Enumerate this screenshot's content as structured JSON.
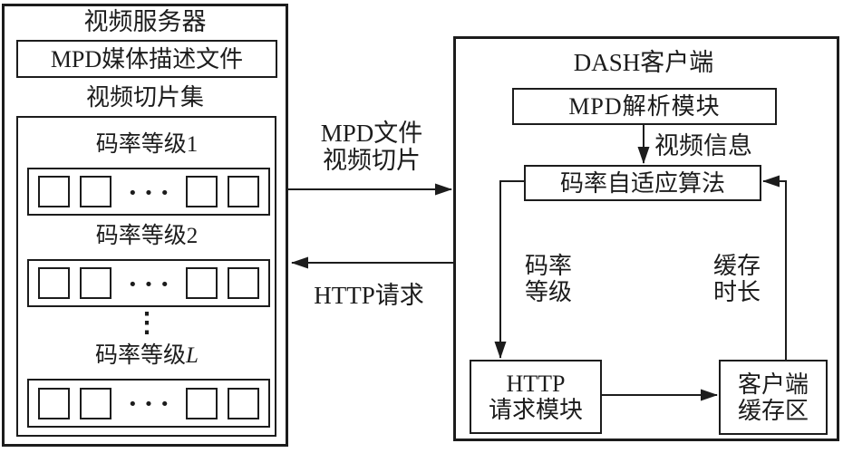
{
  "colors": {
    "ink": "#1c1c1c",
    "bg": "#ffffff"
  },
  "server": {
    "title": "视频服务器",
    "mpd_file": "MPD媒体描述文件",
    "slice_set_title": "视频切片集",
    "rows": [
      {
        "title": "码率等级",
        "index": "1"
      },
      {
        "title": "码率等级",
        "index": "2"
      },
      {
        "title": "码率等级",
        "index": "L"
      }
    ],
    "ellipsis": "···",
    "vdots": "⋮"
  },
  "channel": {
    "down_line1": "MPD文件",
    "down_line2": "视频切片",
    "up_label": "HTTP请求"
  },
  "client": {
    "title": "DASH客户端",
    "mpd_parser": "MPD解析模块",
    "video_info": "视频信息",
    "abr": "码率自适应算法",
    "bitrate_line1": "码率",
    "bitrate_line2": "等级",
    "buffer_time_line1": "缓存",
    "buffer_time_line2": "时长",
    "http_line1": "HTTP",
    "http_line2": "请求模块",
    "buffer_line1": "客户端",
    "buffer_line2": "缓存区"
  }
}
